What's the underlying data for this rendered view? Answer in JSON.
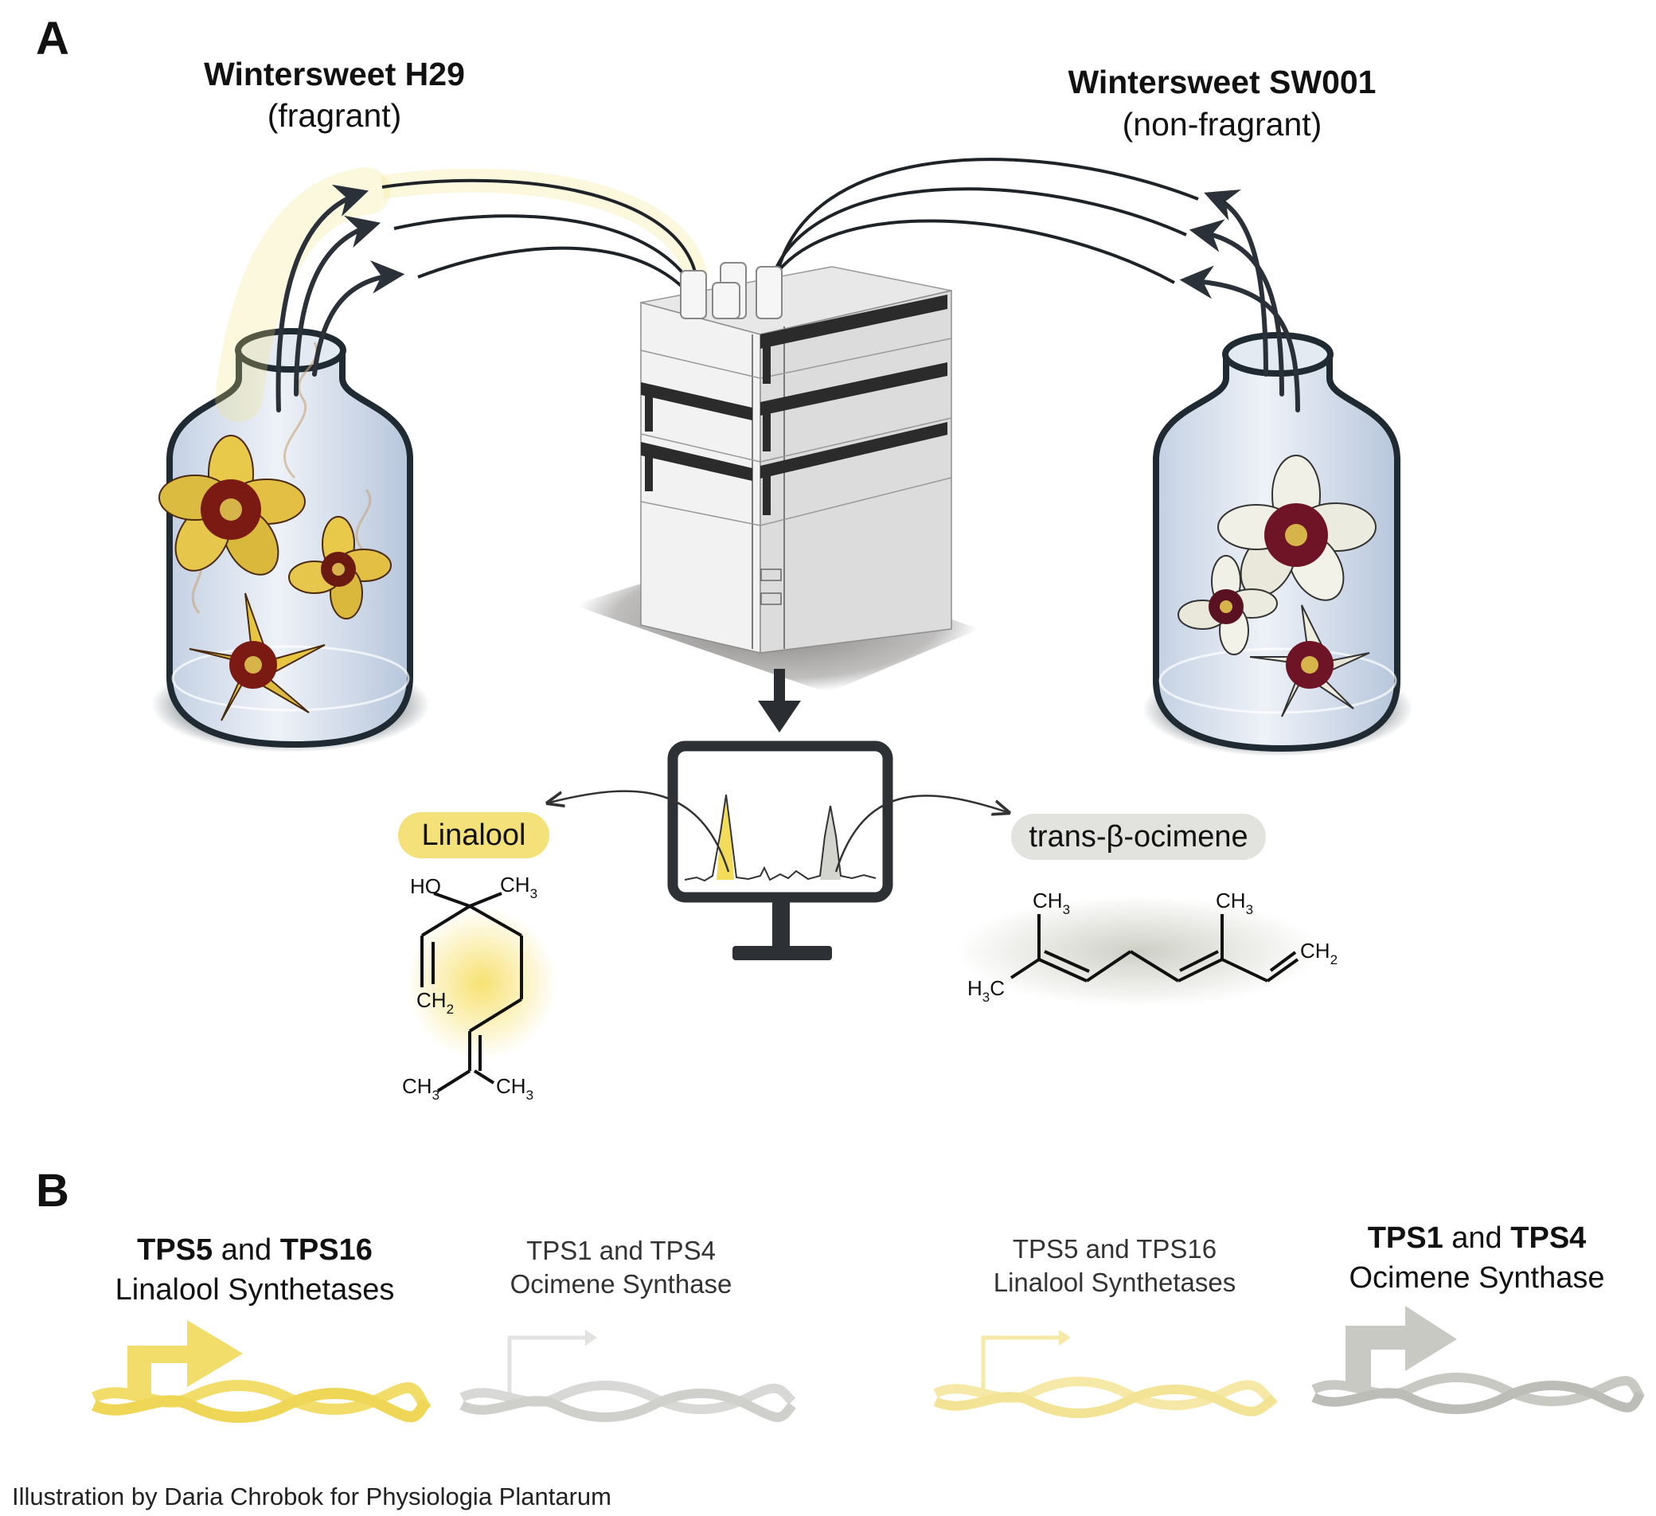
{
  "panel_a": {
    "letter": "A",
    "left_sample": {
      "name": "Wintersweet H29",
      "qualifier": "(fragrant)"
    },
    "right_sample": {
      "name": "Wintersweet SW001",
      "qualifier": "(non-fragrant)"
    },
    "compound_left": {
      "name": "Linalool",
      "labels": {
        "ho": "HO",
        "ch3_top": "CH",
        "ch3_top_sub": "3",
        "ch2": "CH",
        "ch2_sub": "2",
        "ch3_bl": "CH",
        "ch3_bl_sub": "3",
        "ch3_br": "CH",
        "ch3_br_sub": "3"
      },
      "pill_color": "#f5e17a"
    },
    "compound_right": {
      "name": "trans-β-ocimene",
      "labels": {
        "ch3_a": "CH",
        "ch3_a_sub": "3",
        "ch3_b": "CH",
        "ch3_b_sub": "3",
        "ch2": "CH",
        "ch2_sub": "2",
        "h3c_h": "H",
        "h3c_sub": "3",
        "h3c_c": "C"
      },
      "pill_color": "#e0e0dc"
    }
  },
  "panel_b": {
    "letter": "B",
    "genes": [
      {
        "bold1": "TPS5",
        "and": " and ",
        "bold2": "TPS16",
        "role": "Linalool Synthetases",
        "emphasis": "strong",
        "color": "#f2dc6a"
      },
      {
        "line1": "TPS1 and TPS4",
        "role": "Ocimene Synthase",
        "emphasis": "faint",
        "color": "#d8d8d6"
      },
      {
        "line1": "TPS5 and TPS16",
        "role": "Linalool Synthetases",
        "emphasis": "faint",
        "color": "#f6e9a8"
      },
      {
        "bold1": "TPS1",
        "and": " and ",
        "bold2": "TPS4",
        "role": "Ocimene Synthase",
        "emphasis": "strong",
        "color": "#c9c9c4"
      }
    ]
  },
  "credit": "Illustration by Daria Chrobok for Physiologia Plantarum",
  "colors": {
    "yellow": "#f2dc6a",
    "gray": "#c9c9c4",
    "dark": "#2b2f33",
    "jar_outline": "#1f2a33"
  }
}
